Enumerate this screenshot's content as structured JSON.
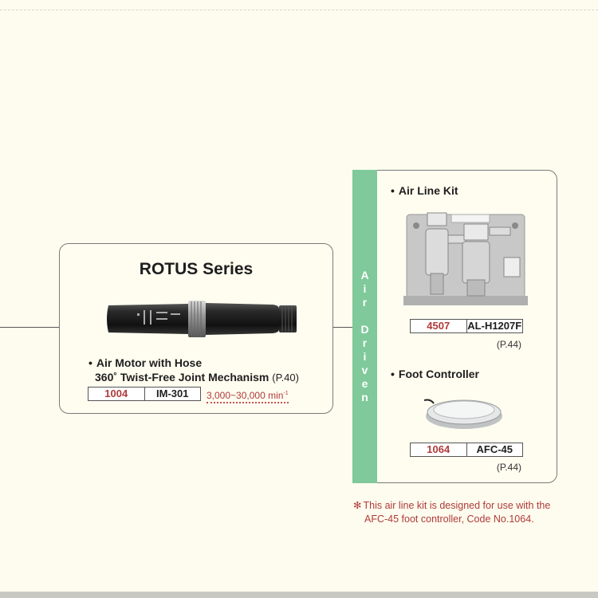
{
  "rotus": {
    "title": "ROTUS Series",
    "bullet1": "Air Motor with Hose",
    "bullet2": "360˚ Twist-Free Joint Mechanism",
    "bullet2_ref": "(P.40)",
    "code": "1004",
    "model": "IM-301",
    "speed": "3,000~30,000 min",
    "speed_unit_sup": "-1"
  },
  "air_driven": {
    "band_label": "Air Driven",
    "air_line_kit": {
      "label": "Air Line Kit",
      "code": "4507",
      "model": "AL-H1207F",
      "ref": "(P.44)"
    },
    "foot_controller": {
      "label": "Foot Controller",
      "code": "1064",
      "model": "AFC-45",
      "ref": "(P.44)"
    }
  },
  "footnote": {
    "mark": "✻",
    "line1": "This air line kit is designed for use with the",
    "line2": "AFC-45 foot controller, Code No.1064."
  },
  "colors": {
    "background": "#fefcee",
    "accent_green": "#7fc99a",
    "code_red": "#b03a3a"
  }
}
